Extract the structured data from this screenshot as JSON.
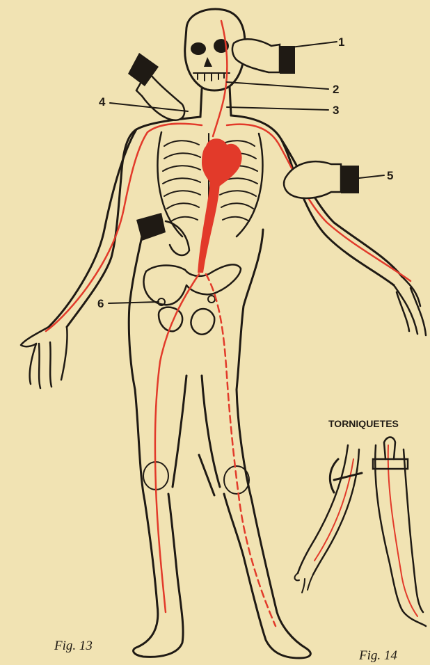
{
  "labels": {
    "point_1": "1",
    "point_2": "2",
    "point_3": "3",
    "point_4": "4",
    "point_5": "5",
    "point_6": "6"
  },
  "captions": {
    "fig13": "Fig. 13",
    "fig14": "Fig. 14",
    "tourniquets_heading": "TORNIQUETES"
  },
  "colors": {
    "paper": "#f1e3b3",
    "ink": "#1f1a14",
    "artery": "#e23a2a"
  }
}
